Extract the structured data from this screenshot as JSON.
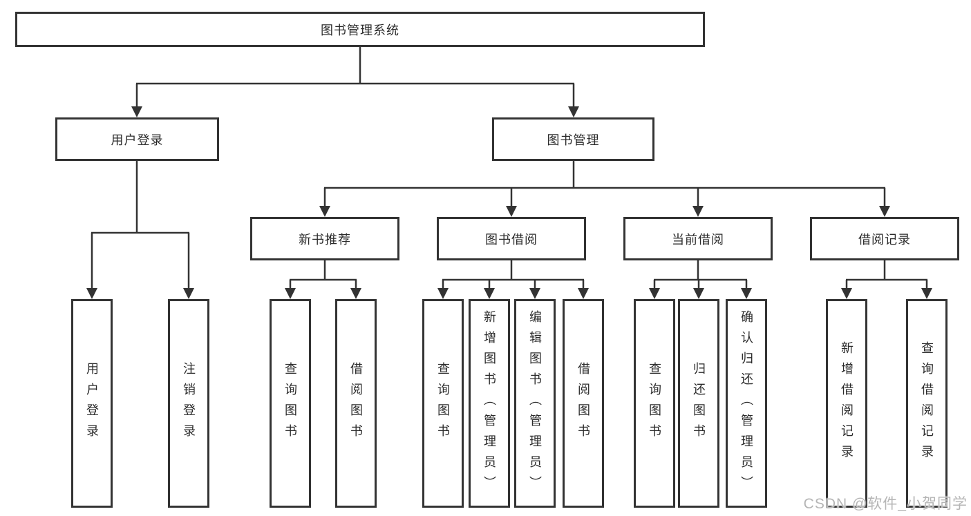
{
  "diagram": {
    "root": "图书管理系统",
    "level2": {
      "user_login": "用户登录",
      "book_management": "图书管理"
    },
    "level3": {
      "new_book_recommend": "新书推荐",
      "book_borrowing": "图书借阅",
      "current_borrowing": "当前借阅",
      "borrowing_records": "借阅记录"
    },
    "leaves": {
      "user_login": [
        "用户登录",
        "注销登录"
      ],
      "new_book_recommend": [
        "查询图书",
        "借阅图书"
      ],
      "book_borrowing": [
        "查询图书",
        "新增图书（管理员）",
        "编辑图书（管理员）",
        "借阅图书"
      ],
      "current_borrowing": [
        "查询图书",
        "归还图书",
        "确认归还（管理员）"
      ],
      "borrowing_records": [
        "新增借阅记录",
        "查询借阅记录"
      ]
    }
  },
  "watermark": {
    "text": "CSDN @软件_小贺同学"
  },
  "colors": {
    "line": "#333333",
    "box_border": "#333333",
    "box_background": "#ffffff",
    "text": "#2b2b2b",
    "watermark": "#b5b5b5"
  }
}
